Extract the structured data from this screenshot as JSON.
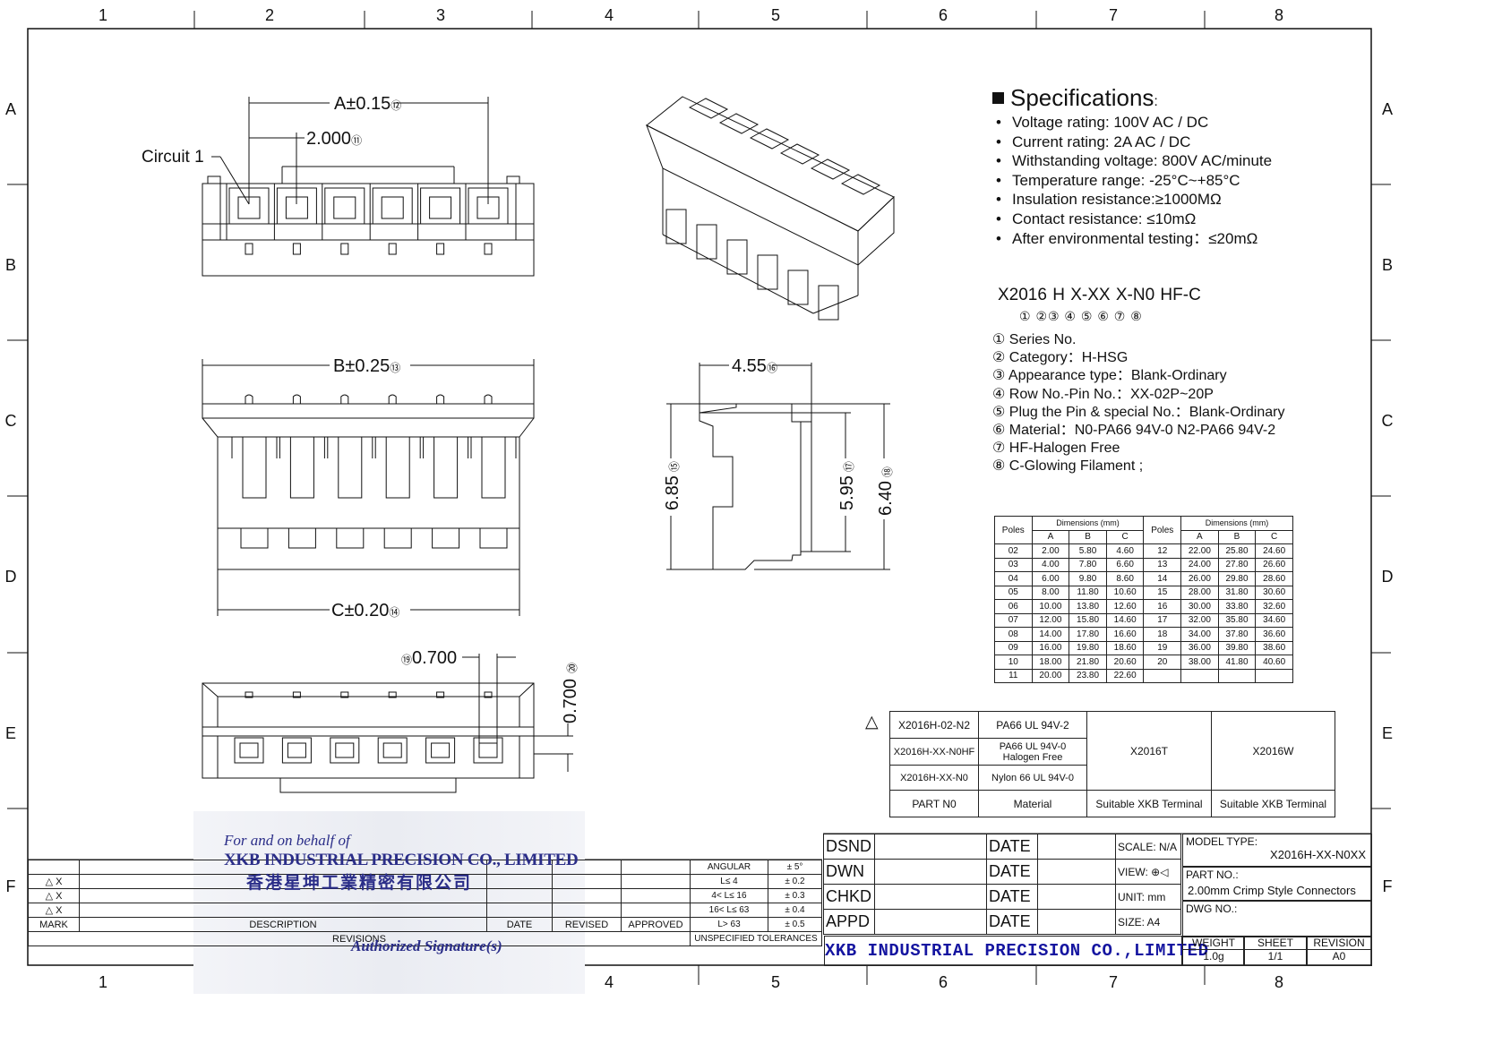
{
  "grid": {
    "columns": [
      "1",
      "2",
      "3",
      "4",
      "5",
      "6",
      "7",
      "8"
    ],
    "rows": [
      "A",
      "B",
      "C",
      "D",
      "E",
      "F"
    ]
  },
  "views": {
    "top": {
      "dim_a": "A±0.15",
      "dim_a_ref": "⑫",
      "pitch": "2.000",
      "pitch_ref": "⑪",
      "circuit_label": "Circuit 1",
      "cavities": 6
    },
    "front": {
      "dim_b": "B±0.25",
      "dim_b_ref": "⑬",
      "dim_c": "C±0.20",
      "dim_c_ref": "⑭"
    },
    "side": {
      "width": "4.55",
      "width_ref": "⑯",
      "h1": "6.85",
      "h1_ref": "⑮",
      "h2": "5.95",
      "h2_ref": "⑰",
      "h3": "6.40",
      "h3_ref": "⑱"
    },
    "bottom": {
      "slot": "0.700",
      "slot_ref": "⑲",
      "slot_v": "0.700",
      "slot_v_ref": "⑳"
    }
  },
  "specs": {
    "title": "Specifications",
    "colon": ":",
    "items": [
      "Voltage rating: 100V AC / DC",
      "Current rating:  2A  AC / DC",
      "Withstanding voltage: 800V AC/minute",
      "Temperature range: -25°C~+85°C",
      "Insulation resistance:≥1000MΩ",
      "Contact resistance: ≤10mΩ",
      "After environmental testing：≤20mΩ"
    ]
  },
  "part_code": {
    "code": "X2016 H X-XX X-N0 HF-C",
    "markers": "① ②③ ④ ⑤ ⑥ ⑦ ⑧",
    "legend": [
      "① Series No.",
      "② Category：H-HSG",
      "③ Appearance type：Blank-Ordinary",
      "④ Row No.-Pin No.：XX-02P~20P",
      "⑤ Plug the Pin & special No.：Blank-Ordinary",
      "⑥ Material：N0-PA66 94V-0   N2-PA66 94V-2",
      "⑦ HF-Halogen Free",
      "⑧ C-Glowing Filament ;"
    ]
  },
  "dims_table": {
    "poles_header": "Poles",
    "dims_header": "Dimensions (mm)",
    "cols": [
      "A",
      "B",
      "C"
    ],
    "left": [
      [
        "02",
        "2.00",
        "5.80",
        "4.60"
      ],
      [
        "03",
        "4.00",
        "7.80",
        "6.60"
      ],
      [
        "04",
        "6.00",
        "9.80",
        "8.60"
      ],
      [
        "05",
        "8.00",
        "11.80",
        "10.60"
      ],
      [
        "06",
        "10.00",
        "13.80",
        "12.60"
      ],
      [
        "07",
        "12.00",
        "15.80",
        "14.60"
      ],
      [
        "08",
        "14.00",
        "17.80",
        "16.60"
      ],
      [
        "09",
        "16.00",
        "19.80",
        "18.60"
      ],
      [
        "10",
        "18.00",
        "21.80",
        "20.60"
      ],
      [
        "11",
        "20.00",
        "23.80",
        "22.60"
      ]
    ],
    "right": [
      [
        "12",
        "22.00",
        "25.80",
        "24.60"
      ],
      [
        "13",
        "24.00",
        "27.80",
        "26.60"
      ],
      [
        "14",
        "26.00",
        "29.80",
        "28.60"
      ],
      [
        "15",
        "28.00",
        "31.80",
        "30.60"
      ],
      [
        "16",
        "30.00",
        "33.80",
        "32.60"
      ],
      [
        "17",
        "32.00",
        "35.80",
        "34.60"
      ],
      [
        "18",
        "34.00",
        "37.80",
        "36.60"
      ],
      [
        "19",
        "36.00",
        "39.80",
        "38.60"
      ],
      [
        "20",
        "38.00",
        "41.80",
        "40.60"
      ],
      [
        "",
        "",
        "",
        ""
      ]
    ]
  },
  "parts_table": {
    "mark": "△",
    "rows": [
      {
        "part": "X2016H-02-N2",
        "material": "PA66 UL 94V-2"
      },
      {
        "part": "X2016H-XX-N0HF",
        "material": "PA66  UL 94V-0 Halogen Free"
      },
      {
        "part": "X2016H-XX-N0",
        "material": "Nylon 66  UL 94V-0"
      }
    ],
    "terminal_t": "X2016T",
    "terminal_w": "X2016W",
    "footer": [
      "PART N0",
      "Material",
      "Suitable XKB Terminal",
      "Suitable XKB Terminal"
    ]
  },
  "revisions": {
    "marks": [
      "△ X",
      "△ X",
      "△ X"
    ],
    "header": [
      "MARK",
      "DESCRIPTION",
      "DATE",
      "REVISED",
      "APPROVED"
    ],
    "footer": "REVISIONS",
    "tolerances": [
      [
        "ANGULAR",
        "± 5°"
      ],
      [
        "L≤ 4",
        "± 0.2"
      ],
      [
        "4< L≤ 16",
        "± 0.3"
      ],
      [
        "16< L≤ 63",
        "± 0.4"
      ],
      [
        "L> 63",
        "± 0.5"
      ]
    ],
    "tol_footer": "UNSPECIFIED  TOLERANCES"
  },
  "stamp": {
    "line1": "For and on behalf of",
    "line2": "XKB INDUSTRIAL PRECISION CO., LIMITED",
    "line3": "香港星坤工業精密有限公司",
    "line4": "Authorized Signature(s)"
  },
  "title_block": {
    "roles": [
      "DSND",
      "DWN",
      "CHKD",
      "APPD"
    ],
    "date_label": "DATE",
    "scale": "SCALE: N/A",
    "view": "VIEW:",
    "unit": "UNIT:  mm",
    "size": "SIZE:  A4",
    "company": "XKB INDUSTRIAL PRECISION CO.,LIMITED",
    "model_type_label": "MODEL TYPE:",
    "model_type": "X2016H-XX-N0XX",
    "part_no_label": "PART NO.:",
    "part_no": "2.00mm Crimp Style Connectors",
    "dwg_no_label": "DWG NO.:",
    "weight_label": "WEIGHT",
    "weight": "1.0g",
    "sheet_label": "SHEET",
    "sheet": "1/1",
    "revision_label": "REVISION",
    "revision": "A0"
  }
}
